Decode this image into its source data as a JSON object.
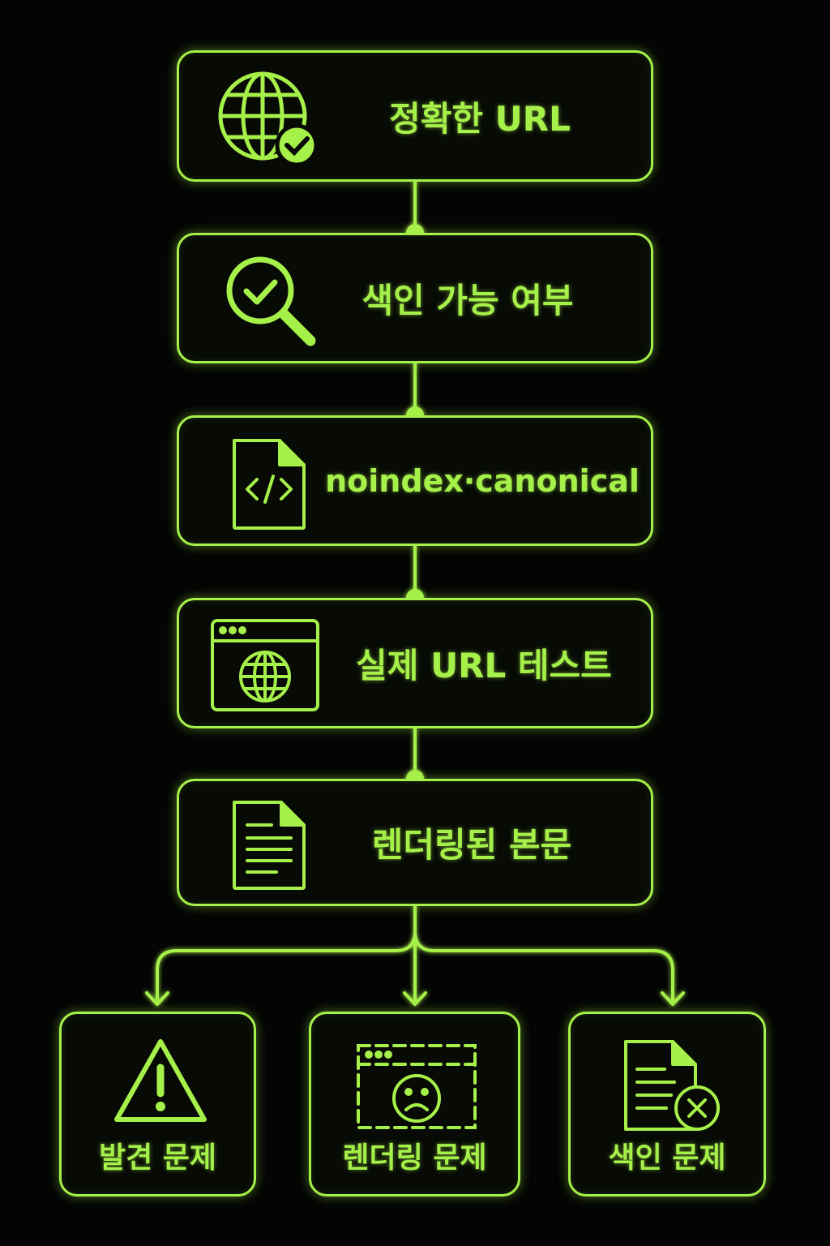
{
  "theme": {
    "accent": "#a6f04a",
    "background": "#030403"
  },
  "steps": [
    {
      "label": "정확한 URL",
      "icon": "globe-check-icon"
    },
    {
      "label": "색인 가능 여부",
      "icon": "magnifier-check-icon"
    },
    {
      "label": "noindex·canonical",
      "icon": "code-file-icon"
    },
    {
      "label": "실제 URL 테스트",
      "icon": "browser-globe-icon"
    },
    {
      "label": "렌더링된 본문",
      "icon": "document-text-icon"
    }
  ],
  "outcomes": [
    {
      "label": "발견 문제",
      "icon": "warning-triangle-icon"
    },
    {
      "label": "렌더링 문제",
      "icon": "broken-browser-sad-icon"
    },
    {
      "label": "색인 문제",
      "icon": "document-x-icon"
    }
  ]
}
